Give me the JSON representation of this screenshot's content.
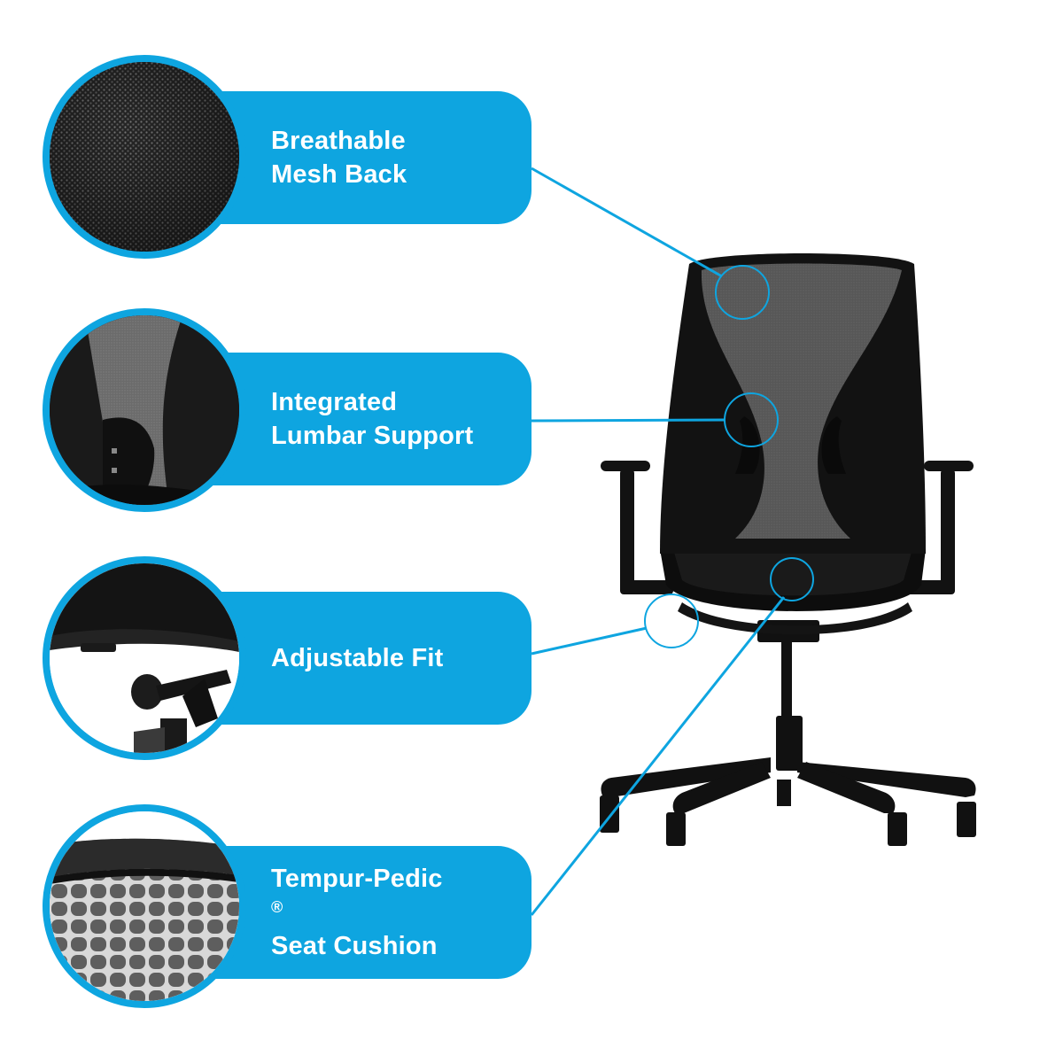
{
  "theme": {
    "accent": "#0ea5e0",
    "text_on_accent": "#ffffff",
    "background": "#ffffff",
    "chair_color": "#111111",
    "mesh_color": "#5a5a5a"
  },
  "features": [
    {
      "id": "mesh-back",
      "line1": "Breathable",
      "line2": "Mesh Back",
      "swatch": "mesh-texture"
    },
    {
      "id": "lumbar",
      "line1": "Integrated",
      "line2": "Lumbar Support",
      "swatch": "lumbar-closeup"
    },
    {
      "id": "adjustable",
      "line1": "Adjustable Fit",
      "line2": "",
      "swatch": "adjustment-knob-closeup"
    },
    {
      "id": "seat-cushion",
      "line1": "Tempur-Pedic",
      "line1_mark": "®",
      "line2": "Seat Cushion",
      "swatch": "cushion-cell-texture"
    }
  ],
  "product": {
    "image": "office-chair-front-view",
    "color": "black"
  }
}
